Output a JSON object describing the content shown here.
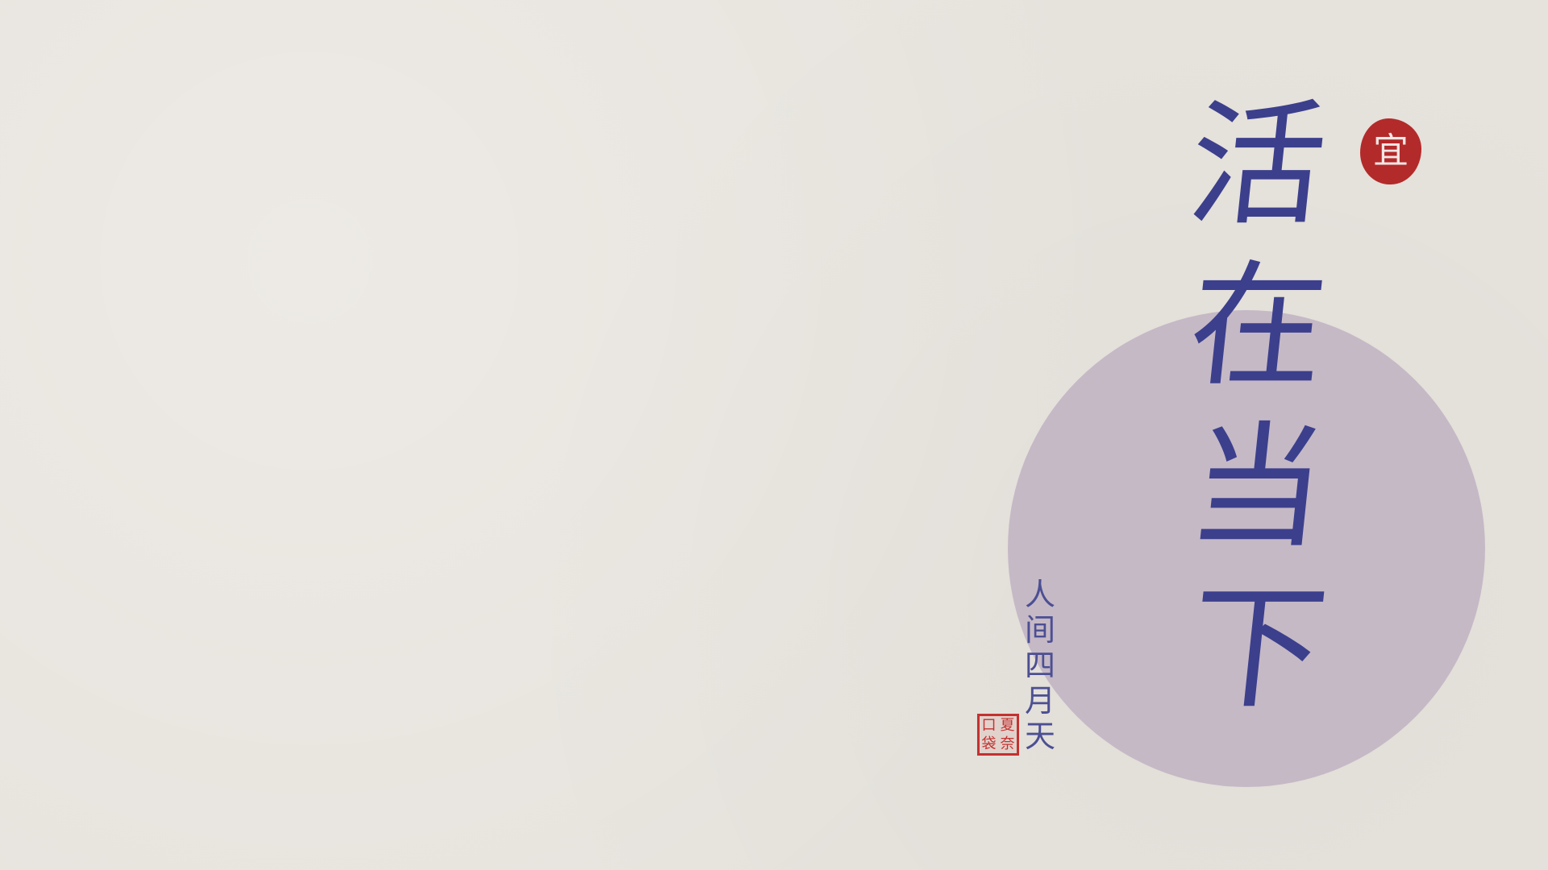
{
  "background_color": "#e7e3dd",
  "moon_color": "#c5b9c6",
  "title": {
    "chars": [
      "活",
      "在",
      "当",
      "下"
    ],
    "color": "#3c3f8c"
  },
  "seal_round": {
    "text": "宜",
    "color": "#b32a2a"
  },
  "subtitle": {
    "chars": [
      "人",
      "间",
      "四",
      "月",
      "天"
    ],
    "color": "#4c4f93"
  },
  "seal_square": {
    "chars": [
      "夏",
      "奈",
      "口",
      "袋"
    ],
    "color": "#c4312f"
  }
}
